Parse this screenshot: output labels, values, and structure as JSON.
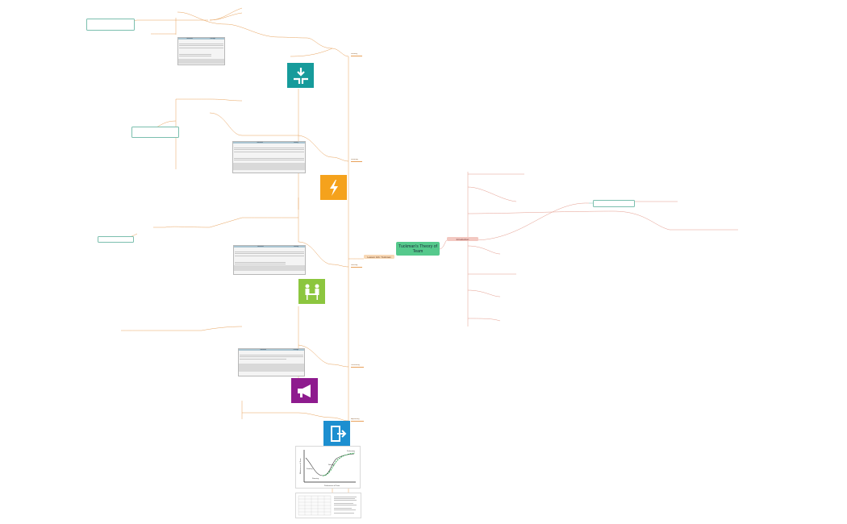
{
  "root": {
    "title": "Tuckman's Theory of Team"
  },
  "branches": {
    "left": "Lesson 121: Tuckman",
    "right": "Introduction"
  },
  "stages": {
    "forming": "Forming",
    "storming": "Storming",
    "norming": "Norming",
    "performing": "Performing",
    "adjourning": "Adjourning",
    "curve_forming": "Forming",
    "curve_storming": "Storming",
    "curve_norming": "Norming",
    "curve_performing": "Performing"
  },
  "icons": {
    "forming": {
      "name": "compress-arrows-icon",
      "color": "#169b9b"
    },
    "storming": {
      "name": "lightning-icon",
      "color": "#f5a21c"
    },
    "norming": {
      "name": "people-icon",
      "color": "#8cc63f"
    },
    "performing": {
      "name": "megaphone-icon",
      "color": "#8e1b8e"
    },
    "adjourning": {
      "name": "exit-door-icon",
      "color": "#1d8fd0"
    }
  },
  "tables": {
    "forming_table": {
      "h1": "Behaviors",
      "h2": "Feelings"
    },
    "storming_table": {
      "h1": "Behaviors",
      "h2": "Feeling"
    },
    "norming_table": {
      "h1": "Behaviors",
      "h2": "Feeling"
    },
    "performing_table": {
      "h1": "Behaviors",
      "h2": "Feelings"
    }
  },
  "chart": {
    "ylabel": "Effectiveness of Team",
    "xlabel": "Performance of Team"
  },
  "colors": {
    "root": "#55c98c",
    "left_branch": "#f8d8b5",
    "right_branch": "#f3c8c1",
    "line_left": "#e8a15a",
    "line_right": "#e49b8c",
    "note_border": "#7bbfae"
  }
}
